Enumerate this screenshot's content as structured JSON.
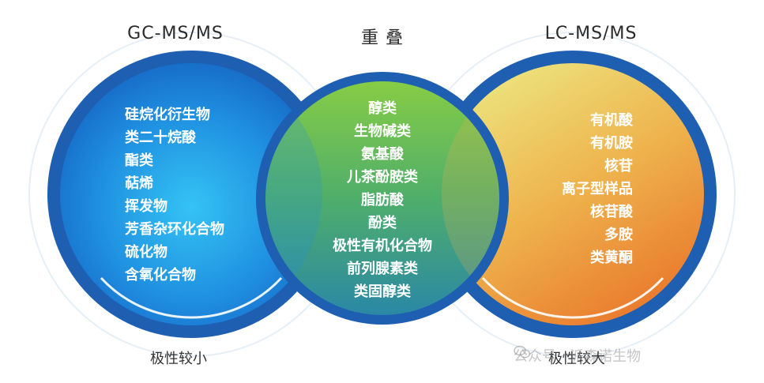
{
  "headers": {
    "left": "GC-MS/MS",
    "center": "重 叠",
    "right": "LC-MS/MS"
  },
  "left_items": [
    "硅烷化衍生物",
    "类二十烷酸",
    "酯类",
    "萜烯",
    "挥发物",
    "芳香杂环化合物",
    "硫化物",
    "含氧化合物"
  ],
  "center_items": [
    "醇类",
    "生物碱类",
    "氨基酸",
    "儿茶酚胺类",
    "脂肪酸",
    "酚类",
    "极性有机化合物",
    "前列腺素类",
    "类固醇类"
  ],
  "right_items": [
    "有机酸",
    "有机胺",
    "核苷",
    "离子型样品",
    "核苷酸",
    "多胺",
    "类黄酮"
  ],
  "footers": {
    "left": "极性较小",
    "right": "极性较大"
  },
  "watermark": "公众号 · 派森诺生物",
  "colors": {
    "ring": "#1f62b3",
    "left_fill_inner": "#2fb9f2",
    "left_fill_outer": "#1668c8",
    "center_fill_top": "#7cc84a",
    "center_fill_bottom": "#2a8aa8",
    "right_fill_top": "#e8e07a",
    "right_fill_bottom": "#e9822a"
  }
}
